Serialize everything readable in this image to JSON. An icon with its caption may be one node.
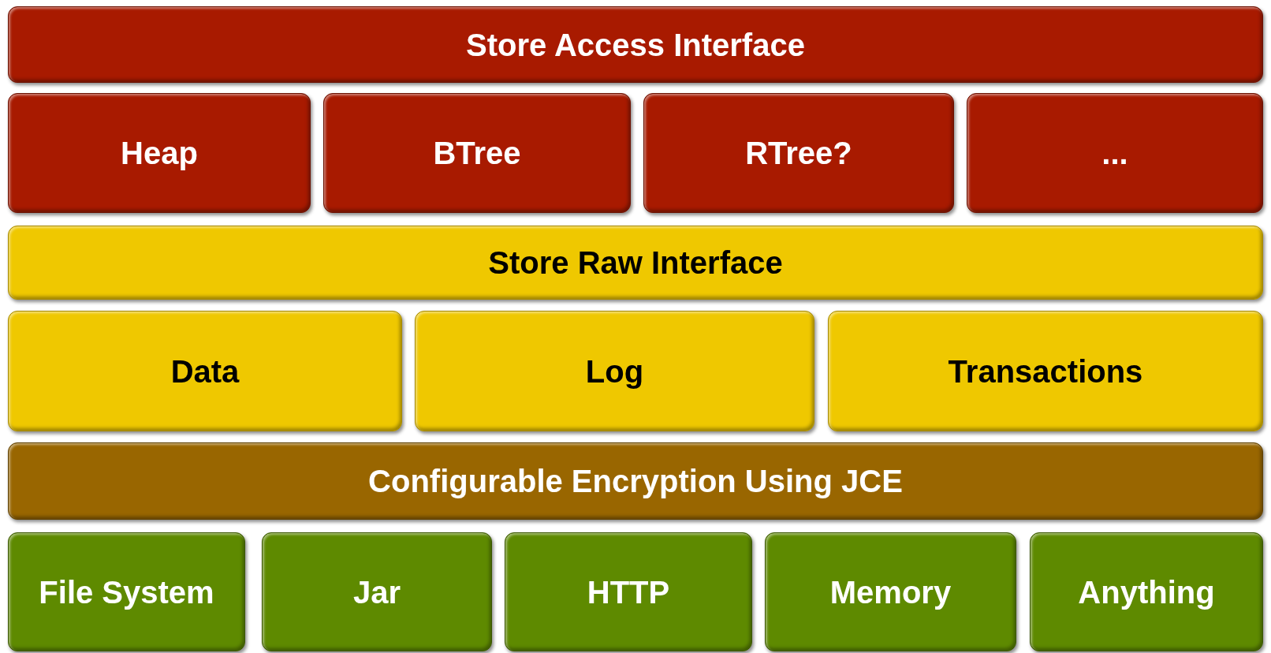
{
  "diagram": {
    "nodes": [
      {
        "text": [
          "Store Access Interface"
        ]
      },
      {
        "text": [
          "Heap"
        ]
      },
      {
        "text": [
          "BTree"
        ]
      },
      {
        "text": [
          "RTree?"
        ]
      },
      {
        "text": [
          "..."
        ]
      },
      {
        "text": [
          "Store Raw Interface"
        ]
      },
      {
        "text": [
          "Data"
        ]
      },
      {
        "text": [
          "Log"
        ]
      },
      {
        "text": [
          "Transactions"
        ]
      },
      {
        "text": [
          "Configurable Encryption Using JCE"
        ]
      },
      {
        "text": [
          "File System"
        ]
      },
      {
        "text": [
          "Jar"
        ]
      },
      {
        "text": [
          "HTTP"
        ]
      },
      {
        "text": [
          "Memory"
        ]
      },
      {
        "text": [
          "Anything"
        ]
      }
    ]
  }
}
